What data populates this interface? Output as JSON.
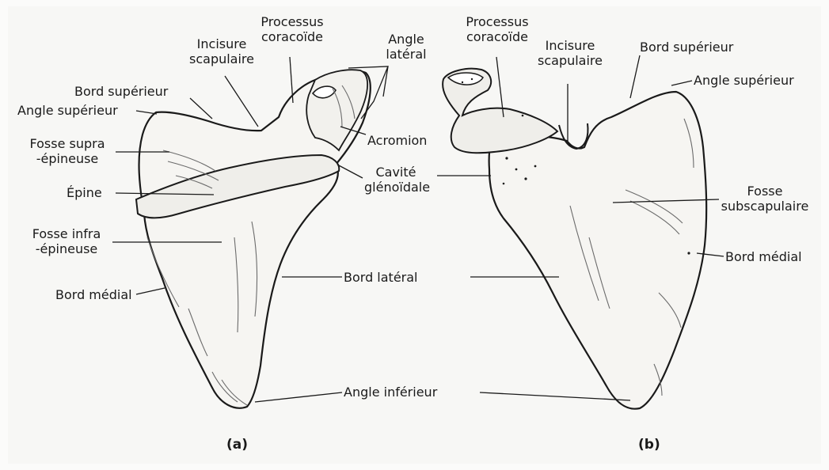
{
  "colors": {
    "ink": "#1a1a1a",
    "paper": "#fbfbfa",
    "bone_fill": "#f6f5f2",
    "shading": "#6b6b6b"
  },
  "figures": [
    {
      "caption": "(a)",
      "labels": {
        "processus_coracoide": "Processus\ncoracoïde",
        "incisure_scapulaire": "Incisure\nscapulaire",
        "angle_lateral": "Angle\nlatéral",
        "bord_superieur": "Bord supérieur",
        "angle_superieur": "Angle supérieur",
        "fosse_supra_epineuse": "Fosse supra\n-épineuse",
        "epine": "Épine",
        "fosse_infra_epineuse": "Fosse infra\n-épineuse",
        "bord_medial": "Bord médial",
        "acromion": "Acromion",
        "cavite_glenoidale": "Cavité\nglénoïdale",
        "bord_lateral": "Bord latéral",
        "angle_inferieur": "Angle inférieur"
      }
    },
    {
      "caption": "(b)",
      "labels": {
        "processus_coracoide": "Processus\ncoracoïde",
        "incisure_scapulaire": "Incisure\nscapulaire",
        "bord_superieur": "Bord supérieur",
        "angle_superieur": "Angle supérieur",
        "fosse_subscapulaire": "Fosse\nsubscapulaire",
        "bord_medial": "Bord médial"
      }
    }
  ]
}
